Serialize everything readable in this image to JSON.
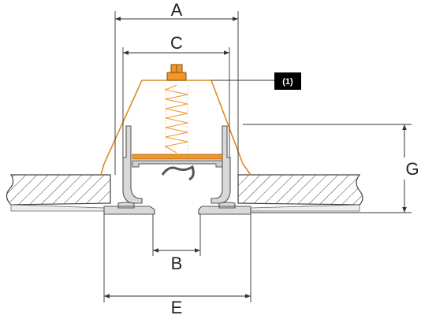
{
  "labels": {
    "dim_a": "A",
    "dim_b": "B",
    "dim_c": "C",
    "dim_e": "E",
    "dim_g": "G",
    "callout": "(1)"
  },
  "colors": {
    "accent": "#f0962a",
    "line": "#444444",
    "profile_fill": "#d9d9d9",
    "hatch": "#555555",
    "callout_bg": "#000000"
  },
  "icons": {
    "spring": "spring-icon",
    "bolt": "bolt-icon"
  }
}
